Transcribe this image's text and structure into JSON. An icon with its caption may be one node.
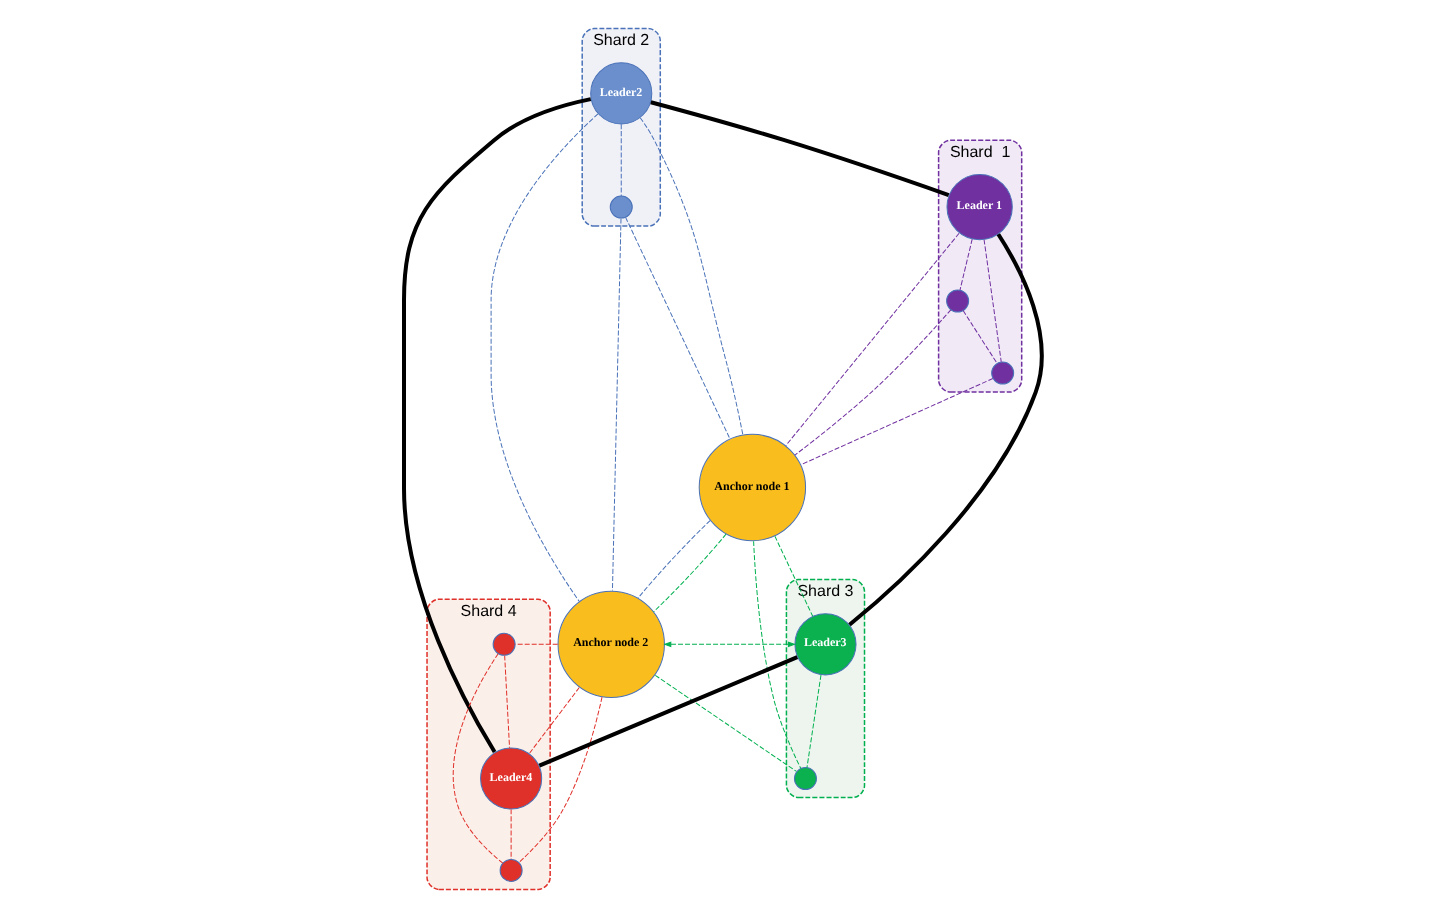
{
  "diagram": {
    "nodes": [
      {
        "text": [
          "Shard 2"
        ]
      },
      {
        "text": [
          "Leader2"
        ],
        "in": 0
      },
      {
        "text": [],
        "shape": "circle",
        "in": 0
      },
      {
        "text": [
          "Shard  1"
        ]
      },
      {
        "text": [
          "Leader 1"
        ],
        "in": 3
      },
      {
        "text": [],
        "shape": "circle",
        "in": 3
      },
      {
        "text": [],
        "shape": "circle",
        "in": 3
      },
      {
        "text": [
          "Anchor node 1"
        ]
      },
      {
        "text": [
          "Anchor node 2"
        ]
      },
      {
        "text": [
          "Shard 4"
        ]
      },
      {
        "text": [],
        "shape": "circle",
        "in": 9
      },
      {
        "text": [
          "Leader4"
        ],
        "in": 9
      },
      {
        "text": [],
        "shape": "circle",
        "in": 9
      },
      {
        "text": [
          "Shard 3"
        ]
      },
      {
        "text": [
          "Leader3"
        ],
        "in": 13
      },
      {
        "text": [],
        "shape": "circle",
        "in": 13
      }
    ],
    "edges": [
      {
        "from": 1,
        "to": 4,
        "arrow": "none",
        "style": "thick",
        "color": "#000000"
      },
      {
        "from": 1,
        "to": 11,
        "arrow": "none",
        "style": "thick",
        "color": "#000000"
      },
      {
        "from": 4,
        "to": 14,
        "arrow": "none",
        "style": "thick",
        "color": "#000000"
      },
      {
        "from": 11,
        "to": 14,
        "arrow": "none",
        "style": "thick",
        "color": "#000000"
      },
      {
        "from": 1,
        "to": 2,
        "arrow": "none",
        "style": "dashed",
        "color": "#4a72b8"
      },
      {
        "from": 1,
        "to": 7,
        "arrow": "none",
        "style": "dashed",
        "color": "#4a72b8"
      },
      {
        "from": 1,
        "to": 8,
        "arrow": "none",
        "style": "dashed",
        "color": "#4a72b8"
      },
      {
        "from": 2,
        "to": 7,
        "arrow": "none",
        "style": "dashed",
        "color": "#4a72b8"
      },
      {
        "from": 2,
        "to": 8,
        "arrow": "none",
        "style": "dashed",
        "color": "#4a72b8"
      },
      {
        "from": 7,
        "to": 8,
        "arrow": "none",
        "style": "dashed",
        "color": "#4a72b8"
      },
      {
        "from": 4,
        "to": 5,
        "arrow": "none",
        "style": "dashed",
        "color": "#7030a0"
      },
      {
        "from": 4,
        "to": 6,
        "arrow": "none",
        "style": "dashed",
        "color": "#7030a0"
      },
      {
        "from": 4,
        "to": 7,
        "arrow": "none",
        "style": "dashed",
        "color": "#7030a0"
      },
      {
        "from": 5,
        "to": 6,
        "arrow": "none",
        "style": "dashed",
        "color": "#7030a0"
      },
      {
        "from": 5,
        "to": 7,
        "arrow": "none",
        "style": "dashed",
        "color": "#7030a0"
      },
      {
        "from": 6,
        "to": 7,
        "arrow": "none",
        "style": "dashed",
        "color": "#7030a0"
      },
      {
        "from": 8,
        "to": 10,
        "arrow": "none",
        "style": "dashed",
        "color": "#e0302a"
      },
      {
        "from": 8,
        "to": 11,
        "arrow": "none",
        "style": "dashed",
        "color": "#e0302a"
      },
      {
        "from": 8,
        "to": 12,
        "arrow": "none",
        "style": "dashed",
        "color": "#e0302a"
      },
      {
        "from": 10,
        "to": 11,
        "arrow": "none",
        "style": "dashed",
        "color": "#e0302a"
      },
      {
        "from": 10,
        "to": 12,
        "arrow": "none",
        "style": "dashed",
        "color": "#e0302a"
      },
      {
        "from": 11,
        "to": 12,
        "arrow": "none",
        "style": "dashed",
        "color": "#e0302a"
      },
      {
        "from": 7,
        "to": 8,
        "arrow": "none",
        "style": "dashed",
        "color": "#00b050"
      },
      {
        "from": 7,
        "to": 14,
        "arrow": "none",
        "style": "dashed",
        "color": "#00b050"
      },
      {
        "from": 7,
        "to": 15,
        "arrow": "none",
        "style": "dashed",
        "color": "#00b050"
      },
      {
        "from": 14,
        "to": 8,
        "arrow": "both",
        "style": "dashed",
        "color": "#00b050"
      },
      {
        "from": 8,
        "to": 15,
        "arrow": "none",
        "style": "dashed",
        "color": "#00b050"
      },
      {
        "from": 14,
        "to": 15,
        "arrow": "none",
        "style": "dashed",
        "color": "#00b050"
      }
    ]
  }
}
